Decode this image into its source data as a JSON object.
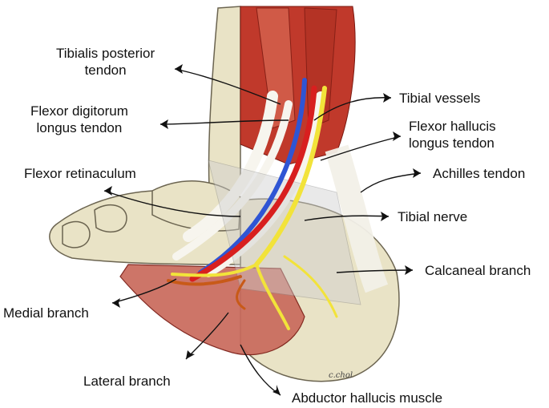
{
  "labels": {
    "tibialis_posterior": [
      "Tibialis posterior",
      "tendon"
    ],
    "flexor_digitorum": [
      "Flexor digitorum",
      "longus tendon"
    ],
    "flexor_retinaculum": "Flexor retinaculum",
    "tibial_vessels": "Tibial vessels",
    "flexor_hallucis": [
      "Flexor hallucis",
      "longus tendon"
    ],
    "achilles": "Achilles tendon",
    "tibial_nerve": "Tibial nerve",
    "calcaneal_branch": "Calcaneal branch",
    "medial_branch": "Medial branch",
    "lateral_branch": "Lateral branch",
    "abductor_hallucis": "Abductor hallucis muscle"
  },
  "signature": "c.chol",
  "colors": {
    "bone": "#e9e3c6",
    "muscle": "#c0392b",
    "artery": "#d81f1f",
    "vein": "#2f55d4",
    "nerve": "#f2e33a",
    "tendon": "#f2f0e8"
  }
}
